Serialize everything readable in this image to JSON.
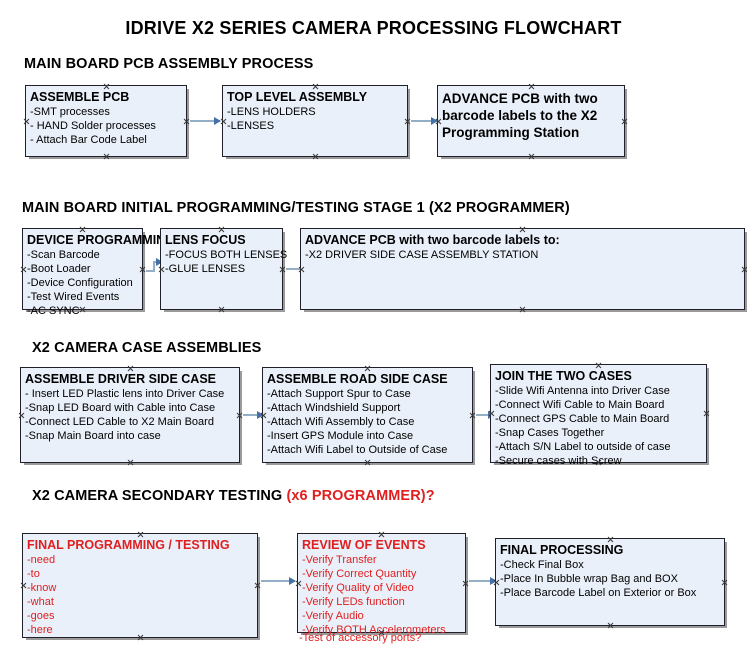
{
  "document": {
    "title": "IDRIVE X2  SERIES CAMERA PROCESSING FLOWCHART"
  },
  "colors": {
    "box_fill": "#eaf0f9",
    "box_border": "#20202a",
    "box_shadow": "#9a9a9a",
    "arrow": "#93aec6",
    "arrow_head": "#4472a8",
    "text": "#000000",
    "red_text": "#e02020"
  },
  "sections": [
    {
      "id": "main-board-pcb-assembly",
      "header": "MAIN BOARD PCB ASSEMBLY PROCESS",
      "header_suffix": "",
      "boxes": [
        {
          "title": "ASSEMBLE PCB",
          "lines": [
            "-SMT processes",
            "- HAND Solder processes",
            "- Attach Bar Code Label"
          ]
        },
        {
          "title": "TOP LEVEL ASSEMBLY",
          "lines": [
            "-LENS HOLDERS",
            "-LENSES"
          ]
        },
        {
          "title": "ADVANCE PCB with two barcode labels to the  X2 Programming Station",
          "lines": []
        }
      ]
    },
    {
      "id": "main-board-initial-programming",
      "header": "MAIN BOARD INITIAL PROGRAMMING/TESTING STAGE 1 (X2 PROGRAMMER)",
      "header_suffix": "",
      "boxes": [
        {
          "title": "DEVICE PROGRAMMING",
          "lines": [
            "-Scan Barcode",
            "-Boot Loader",
            "-Device Configuration",
            "-Test Wired Events",
            "-AC SYNC"
          ]
        },
        {
          "title": "LENS FOCUS",
          "lines": [
            "-FOCUS BOTH LENSES",
            "-GLUE LENSES"
          ]
        },
        {
          "title": "ADVANCE PCB with two barcode labels to:",
          "lines": [
            "-X2 DRIVER  SIDE  CASE  ASSEMBLY STATION"
          ]
        }
      ]
    },
    {
      "id": "x2-camera-case-assemblies",
      "header": "X2 CAMERA CASE ASSEMBLIES",
      "header_suffix": "",
      "boxes": [
        {
          "title": "ASSEMBLE DRIVER SIDE CASE",
          "lines": [
            "- Insert LED Plastic lens into Driver Case",
            "-Snap LED Board with Cable into Case",
            "-Connect LED Cable to X2 Main Board",
            "-Snap Main Board into case"
          ]
        },
        {
          "title": "ASSEMBLE ROAD SIDE CASE",
          "lines": [
            "-Attach Support Spur to Case",
            "-Attach Windshield Support",
            "-Attach Wifi Assembly to Case",
            "-Insert GPS Module into Case",
            "-Attach Wifi Label to Outside of Case"
          ]
        },
        {
          "title": "JOIN THE TWO CASES",
          "lines": [
            "-Slide Wifi Antenna into Driver Case",
            "-Connect Wifi Cable to Main Board",
            "-Connect GPS Cable to Main Board",
            "-Snap Cases Together",
            "-Attach S/N Label to outside of case",
            "-Secure cases with Screw"
          ]
        }
      ]
    },
    {
      "id": "x2-camera-secondary-testing",
      "header": "X2 CAMERA SECONDARY TESTING ",
      "header_suffix": "(x6 PROGRAMMER)?",
      "boxes": [
        {
          "title": "FINAL PROGRAMMING / TESTING",
          "lines": [
            "-need",
            "-to",
            "-know",
            "-what",
            "-goes",
            "-here"
          ]
        },
        {
          "title": "REVIEW OF EVENTS",
          "lines": [
            "-Verify Transfer",
            "-Verify Correct Quantity",
            "-Verify Quality of Video",
            "-Verify LEDs function",
            "-Verify Audio",
            "-Verify BOTH Accelerometers"
          ],
          "overflow_line": "-Test of accessory ports?"
        },
        {
          "title": "FINAL PROCESSING",
          "lines": [
            " -Check Final Box",
            "-Place In Bubble wrap Bag and BOX",
            "-Place Barcode Label on Exterior or Box"
          ]
        }
      ]
    }
  ]
}
